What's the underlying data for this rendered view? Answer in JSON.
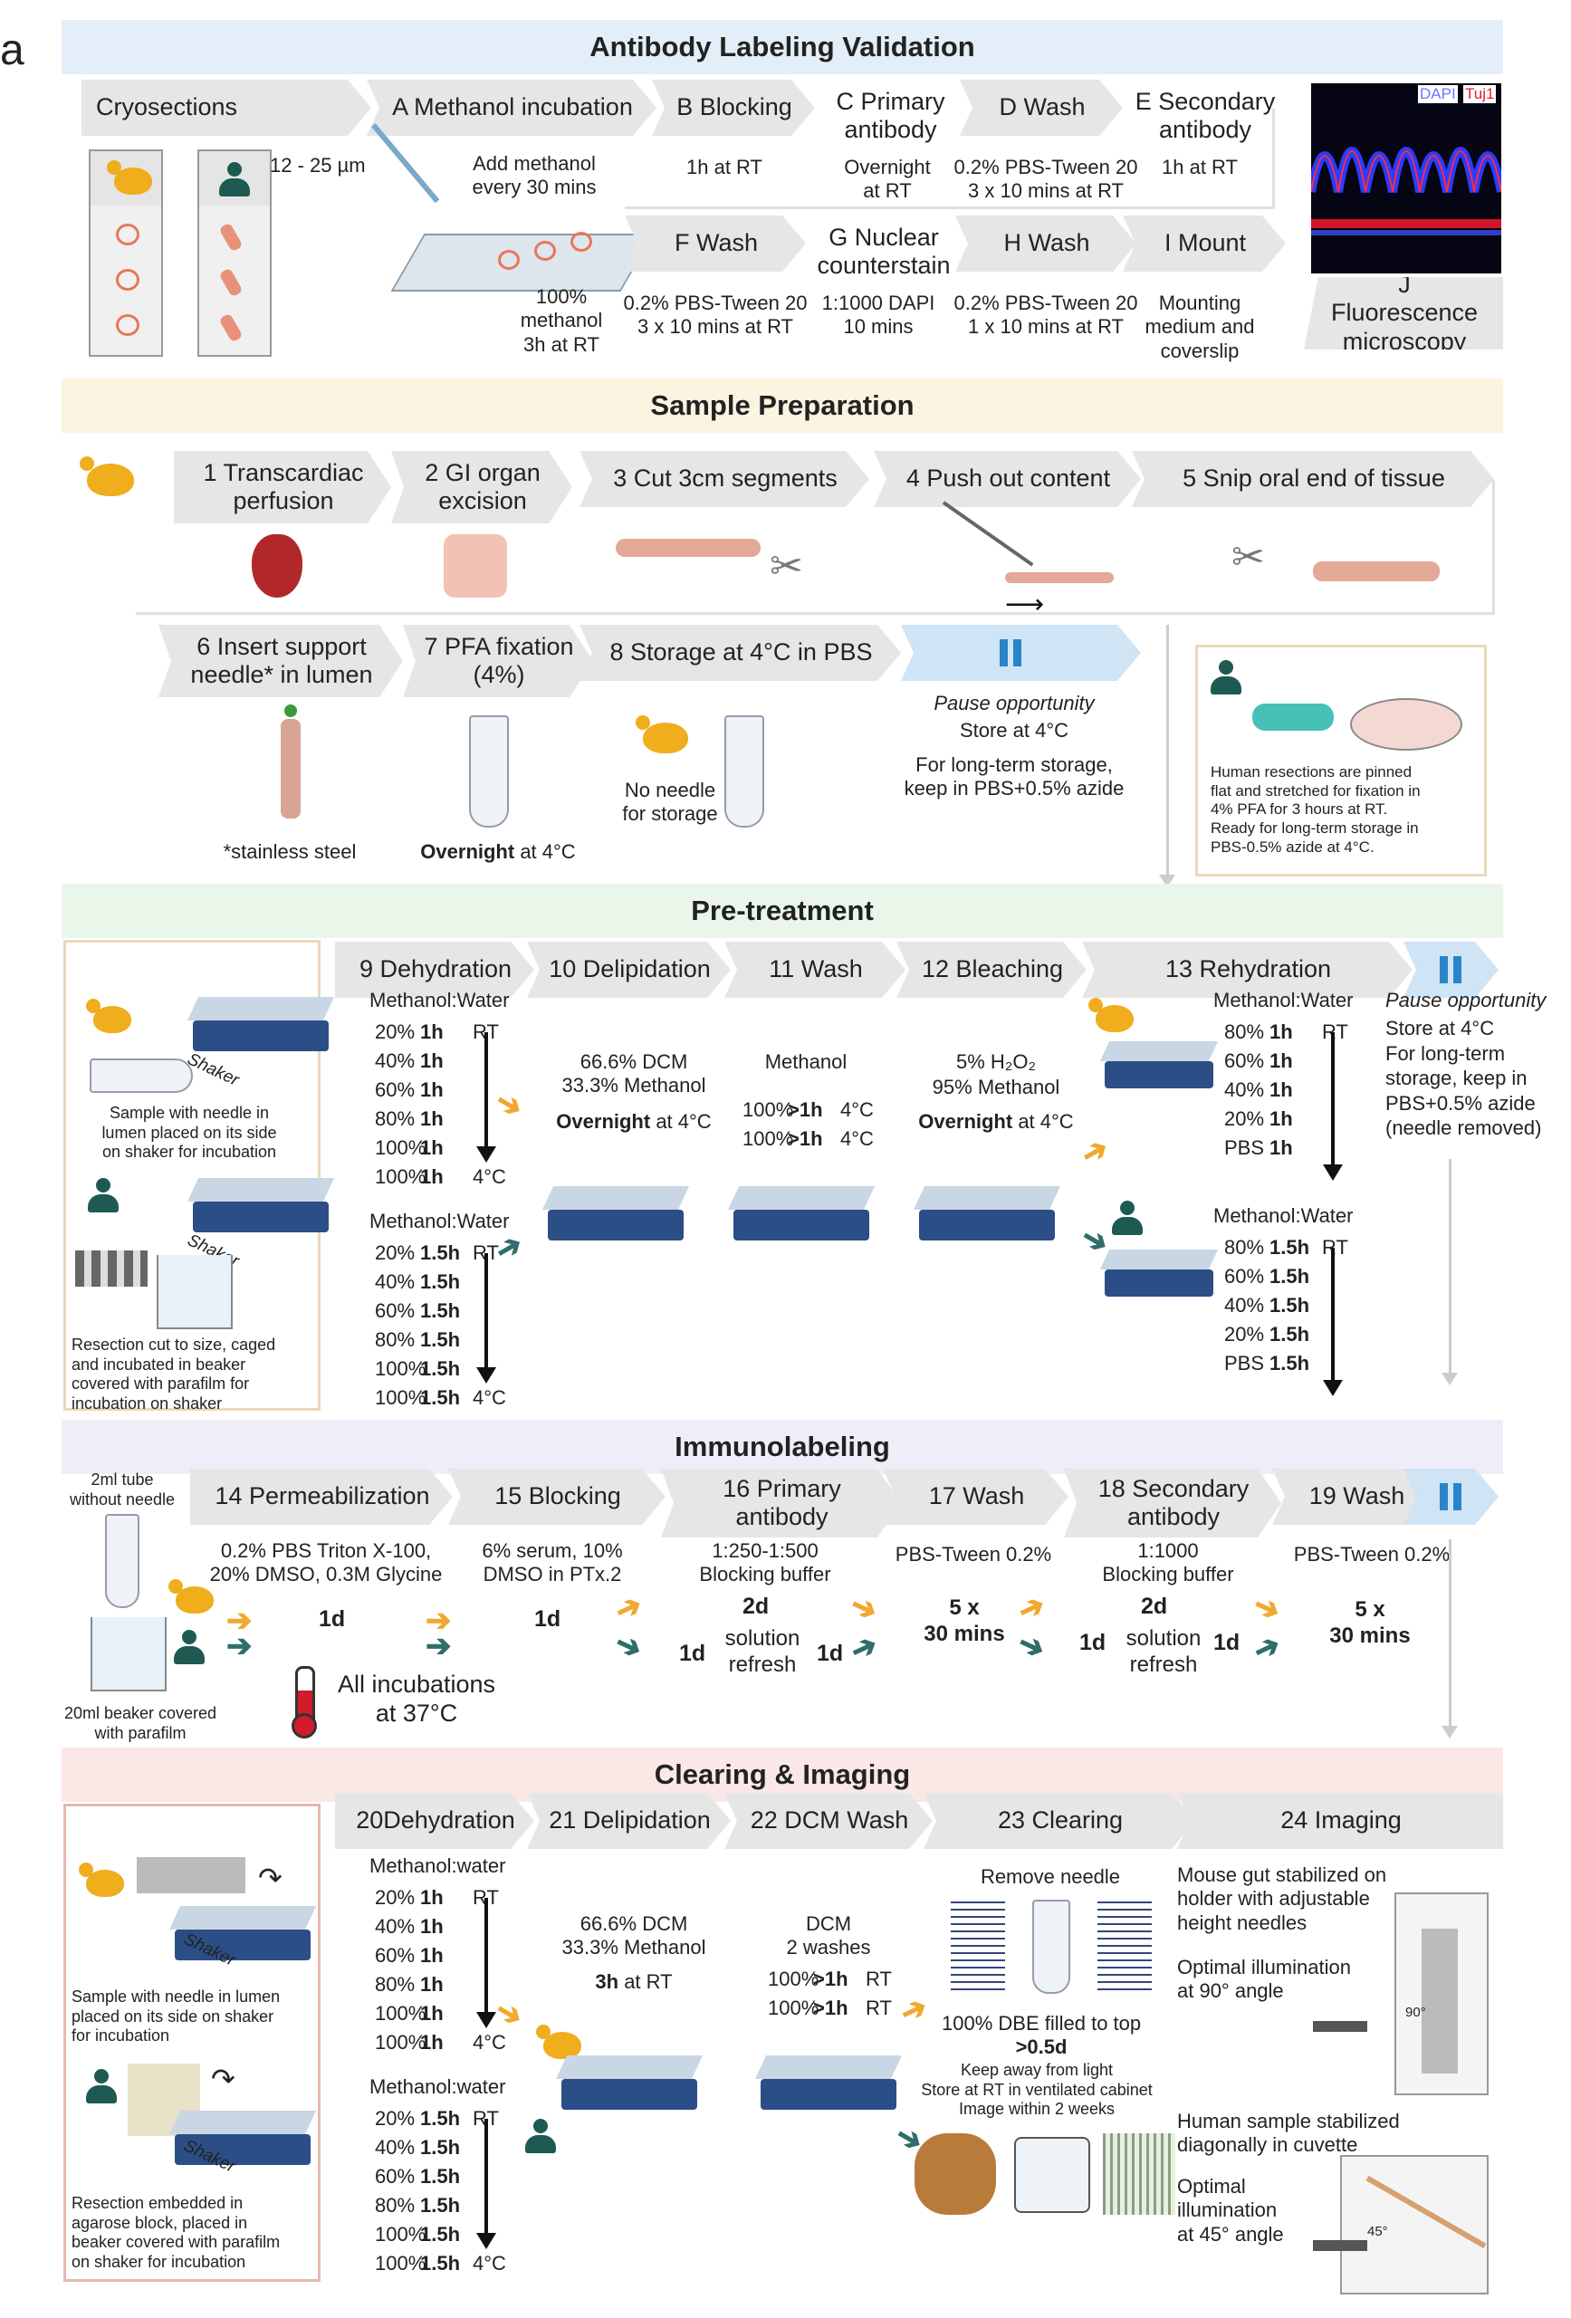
{
  "panel_label": "a",
  "sections": {
    "validation": "Antibody Labeling Validation",
    "sample_prep": "Sample Preparation",
    "pretreatment": "Pre-treatment",
    "immunolabeling": "Immunolabeling",
    "clearing": "Clearing & Imaging"
  },
  "validation": {
    "cryosections": "Cryosections",
    "thickness": "12 - 25 µm",
    "stepA": "A Methanol incubation",
    "stepA_note": "Add methanol\nevery 30 mins",
    "stepA_detail": "100%\nmethanol\n3h at RT",
    "stepB": "B Blocking",
    "stepB_detail": "1h at RT",
    "stepC": "C Primary\nantibody",
    "stepC_detail": "Overnight\nat RT",
    "stepD": "D Wash",
    "stepD_detail": "0.2% PBS-Tween 20\n3 x 10 mins at RT",
    "stepE": "E Secondary\nantibody",
    "stepE_detail": "1h at RT",
    "stepF": "F Wash",
    "stepF_detail": "0.2% PBS-Tween 20\n3 x 10 mins at RT",
    "stepG": "G  Nuclear\ncounterstain",
    "stepG_detail": "1:1000 DAPI\n10 mins",
    "stepH": "H Wash",
    "stepH_detail": "0.2% PBS-Tween 20\n1 x 10 mins at RT",
    "stepI": "I Mount",
    "stepI_detail": "Mounting\nmedium and\ncoverslip",
    "stepJ": "J Fluorescence\nmicroscopy",
    "image_label_dapi": "DAPI",
    "image_label_tuj1": "Tuj1"
  },
  "sample_prep": {
    "s1": "1 Transcardiac\nperfusion",
    "s2": "2 GI organ\nexcision",
    "s3": "3 Cut 3cm segments",
    "s4": "4  Push out content",
    "s5": "5 Snip oral end of tissue",
    "s6": "6 Insert support\nneedle* in lumen",
    "s6_note": "*stainless steel",
    "s7": "7 PFA fixation\n(4%)",
    "s7_note_bold": "Overnight",
    "s7_note_rest": " at 4°C",
    "s8": "8 Storage at 4°C in PBS",
    "s8_note": "No needle\nfor storage",
    "pause_title": "Pause opportunity",
    "pause_store": "Store at 4°C",
    "pause_long": "For long-term storage,\nkeep in PBS+0.5% azide",
    "human_note": "Human resections are pinned\nflat and stretched for fixation in\n4% PFA for 3 hours at RT.\nReady for long-term storage in\nPBS-0.5% azide at 4°C."
  },
  "pretreatment": {
    "panel_mouse_note": "Sample with needle in\nlumen placed on its side\non shaker for incubation",
    "panel_human_note": "Resection cut to size, caged\nand incubated in beaker\ncovered with parafilm for\nincubation on shaker",
    "shaker_label": "Shaker",
    "s9": "9  Dehydration",
    "s10": "10 Delipidation",
    "s11": "11 Wash",
    "s12": "12  Bleaching",
    "s13": "13 Rehydration",
    "mw_header": "Methanol:Water",
    "dehyd_mouse": [
      [
        "20%",
        "1h",
        "RT"
      ],
      [
        "40%",
        "1h",
        ""
      ],
      [
        "60%",
        "1h",
        ""
      ],
      [
        "80%",
        "1h",
        ""
      ],
      [
        "100%",
        "1h",
        ""
      ],
      [
        "100%",
        "1h",
        "4°C"
      ]
    ],
    "dehyd_human": [
      [
        "20%",
        "1.5h",
        "RT"
      ],
      [
        "40%",
        "1.5h",
        ""
      ],
      [
        "60%",
        "1.5h",
        ""
      ],
      [
        "80%",
        "1.5h",
        ""
      ],
      [
        "100%",
        "1.5h",
        ""
      ],
      [
        "100%",
        "1.5h",
        "4°C"
      ]
    ],
    "delip": "66.6% DCM\n33.3% Methanol",
    "delip_bold": "Overnight",
    "delip_rest": " at 4°C",
    "wash_title": "Methanol",
    "wash_rows": [
      [
        "100%",
        ">1h",
        "4°C"
      ],
      [
        "100%",
        ">1h",
        "4°C"
      ]
    ],
    "bleach_1": "5% H₂O₂",
    "bleach_2": "95% Methanol",
    "bleach_bold": "Overnight",
    "bleach_rest": " at 4°C",
    "rehyd_mouse": [
      [
        "80%",
        "1h",
        "RT"
      ],
      [
        "60%",
        "1h",
        ""
      ],
      [
        "40%",
        "1h",
        ""
      ],
      [
        "20%",
        "1h",
        ""
      ],
      [
        "PBS",
        "1h",
        ""
      ]
    ],
    "rehyd_human": [
      [
        "80%",
        "1.5h",
        "RT"
      ],
      [
        "60%",
        "1.5h",
        ""
      ],
      [
        "40%",
        "1.5h",
        ""
      ],
      [
        "20%",
        "1.5h",
        ""
      ],
      [
        "PBS",
        "1.5h",
        ""
      ]
    ],
    "pause_title": "Pause opportunity",
    "pause_text": "Store at 4°C\nFor long-term\nstorage, keep in\nPBS+0.5% azide\n(needle removed)"
  },
  "immunolabeling": {
    "tube_note": "2ml tube\nwithout needle",
    "beaker_note": "20ml beaker covered\nwith parafilm",
    "s14": "14 Permeabilization",
    "s14_detail": "0.2% PBS Triton X-100,\n20% DMSO, 0.3M Glycine",
    "s14_time": "1d",
    "s15": "15 Blocking",
    "s15_detail": "6% serum, 10%\nDMSO in PTx.2",
    "s15_time": "1d",
    "s16": "16  Primary\nantibody",
    "s16_detail": "1:250-1:500\nBlocking buffer",
    "s16_time_bold": "2d",
    "s16_time_human": "1d",
    "s16_refresh": "solution\nrefresh",
    "s16_time_human2": "1d",
    "s17": "17  Wash",
    "s17_detail": "PBS-Tween 0.2%",
    "s17_time": "5 x\n30 mins",
    "s18": "18  Secondary\nantibody",
    "s18_detail": "1:1000\nBlocking buffer",
    "s18_time_bold": "2d",
    "s18_time_human": "1d",
    "s18_refresh": "solution\nrefresh",
    "s18_time_human2": "1d",
    "s19": "19  Wash",
    "s19_detail": "PBS-Tween 0.2%",
    "s19_time": "5 x\n30 mins",
    "incubation": "All incubations\nat 37°C"
  },
  "clearing": {
    "panel_mouse_note": "Sample with needle in lumen\nplaced on its side on shaker\nfor incubation",
    "panel_human_note": "Resection embedded in\nagarose block, placed in\nbeaker covered with parafilm\non shaker for incubation",
    "shaker_label": "Shaker",
    "s20": "20Dehydration",
    "s21": "21 Delipidation",
    "s22": "22  DCM Wash",
    "s23": "23  Clearing",
    "s24": "24  Imaging",
    "mw_header": "Methanol:water",
    "dehyd_mouse": [
      [
        "20%",
        "1h",
        "RT"
      ],
      [
        "40%",
        "1h",
        ""
      ],
      [
        "60%",
        "1h",
        ""
      ],
      [
        "80%",
        "1h",
        ""
      ],
      [
        "100%",
        "1h",
        ""
      ],
      [
        "100%",
        "1h",
        "4°C"
      ]
    ],
    "dehyd_human": [
      [
        "20%",
        "1.5h",
        "RT"
      ],
      [
        "40%",
        "1.5h",
        ""
      ],
      [
        "60%",
        "1.5h",
        ""
      ],
      [
        "80%",
        "1.5h",
        ""
      ],
      [
        "100%",
        "1.5h",
        ""
      ],
      [
        "100%",
        "1.5h",
        "4°C"
      ]
    ],
    "delip": "66.6% DCM\n33.3% Methanol",
    "delip_bold": "3h",
    "delip_rest": " at RT",
    "dcm_title": "DCM\n2 washes",
    "dcm_rows": [
      [
        "100%",
        ">1h",
        "RT"
      ],
      [
        "100%",
        ">1h",
        "RT"
      ]
    ],
    "remove_needle": "Remove needle",
    "dbe": "100% DBE filled to top",
    "dbe_time": ">0.5d",
    "dbe_notes": "Keep away from light\nStore at RT in ventilated cabinet\nImage within 2 weeks",
    "img_mouse": "Mouse gut stabilized on\nholder with adjustable\nheight needles",
    "img_mouse_light": "Optimal illumination\nat 90° angle",
    "img_human": "Human sample stabilized\ndiagonally in cuvette",
    "img_human_light": "Optimal\nillumination\nat 45° angle",
    "angle_90": "90°",
    "angle_45": "45°"
  },
  "colors": {
    "band_validation": "#e4eef8",
    "band_sample": "#faf4e0",
    "band_pretreat": "#eaf6ea",
    "band_immuno": "#efeef8",
    "band_clearing": "#fbe8e6",
    "mouse": "#f0ad1c",
    "human": "#1e5a52",
    "arrow_orange": "#f0a830",
    "arrow_teal": "#2f6e6a"
  }
}
